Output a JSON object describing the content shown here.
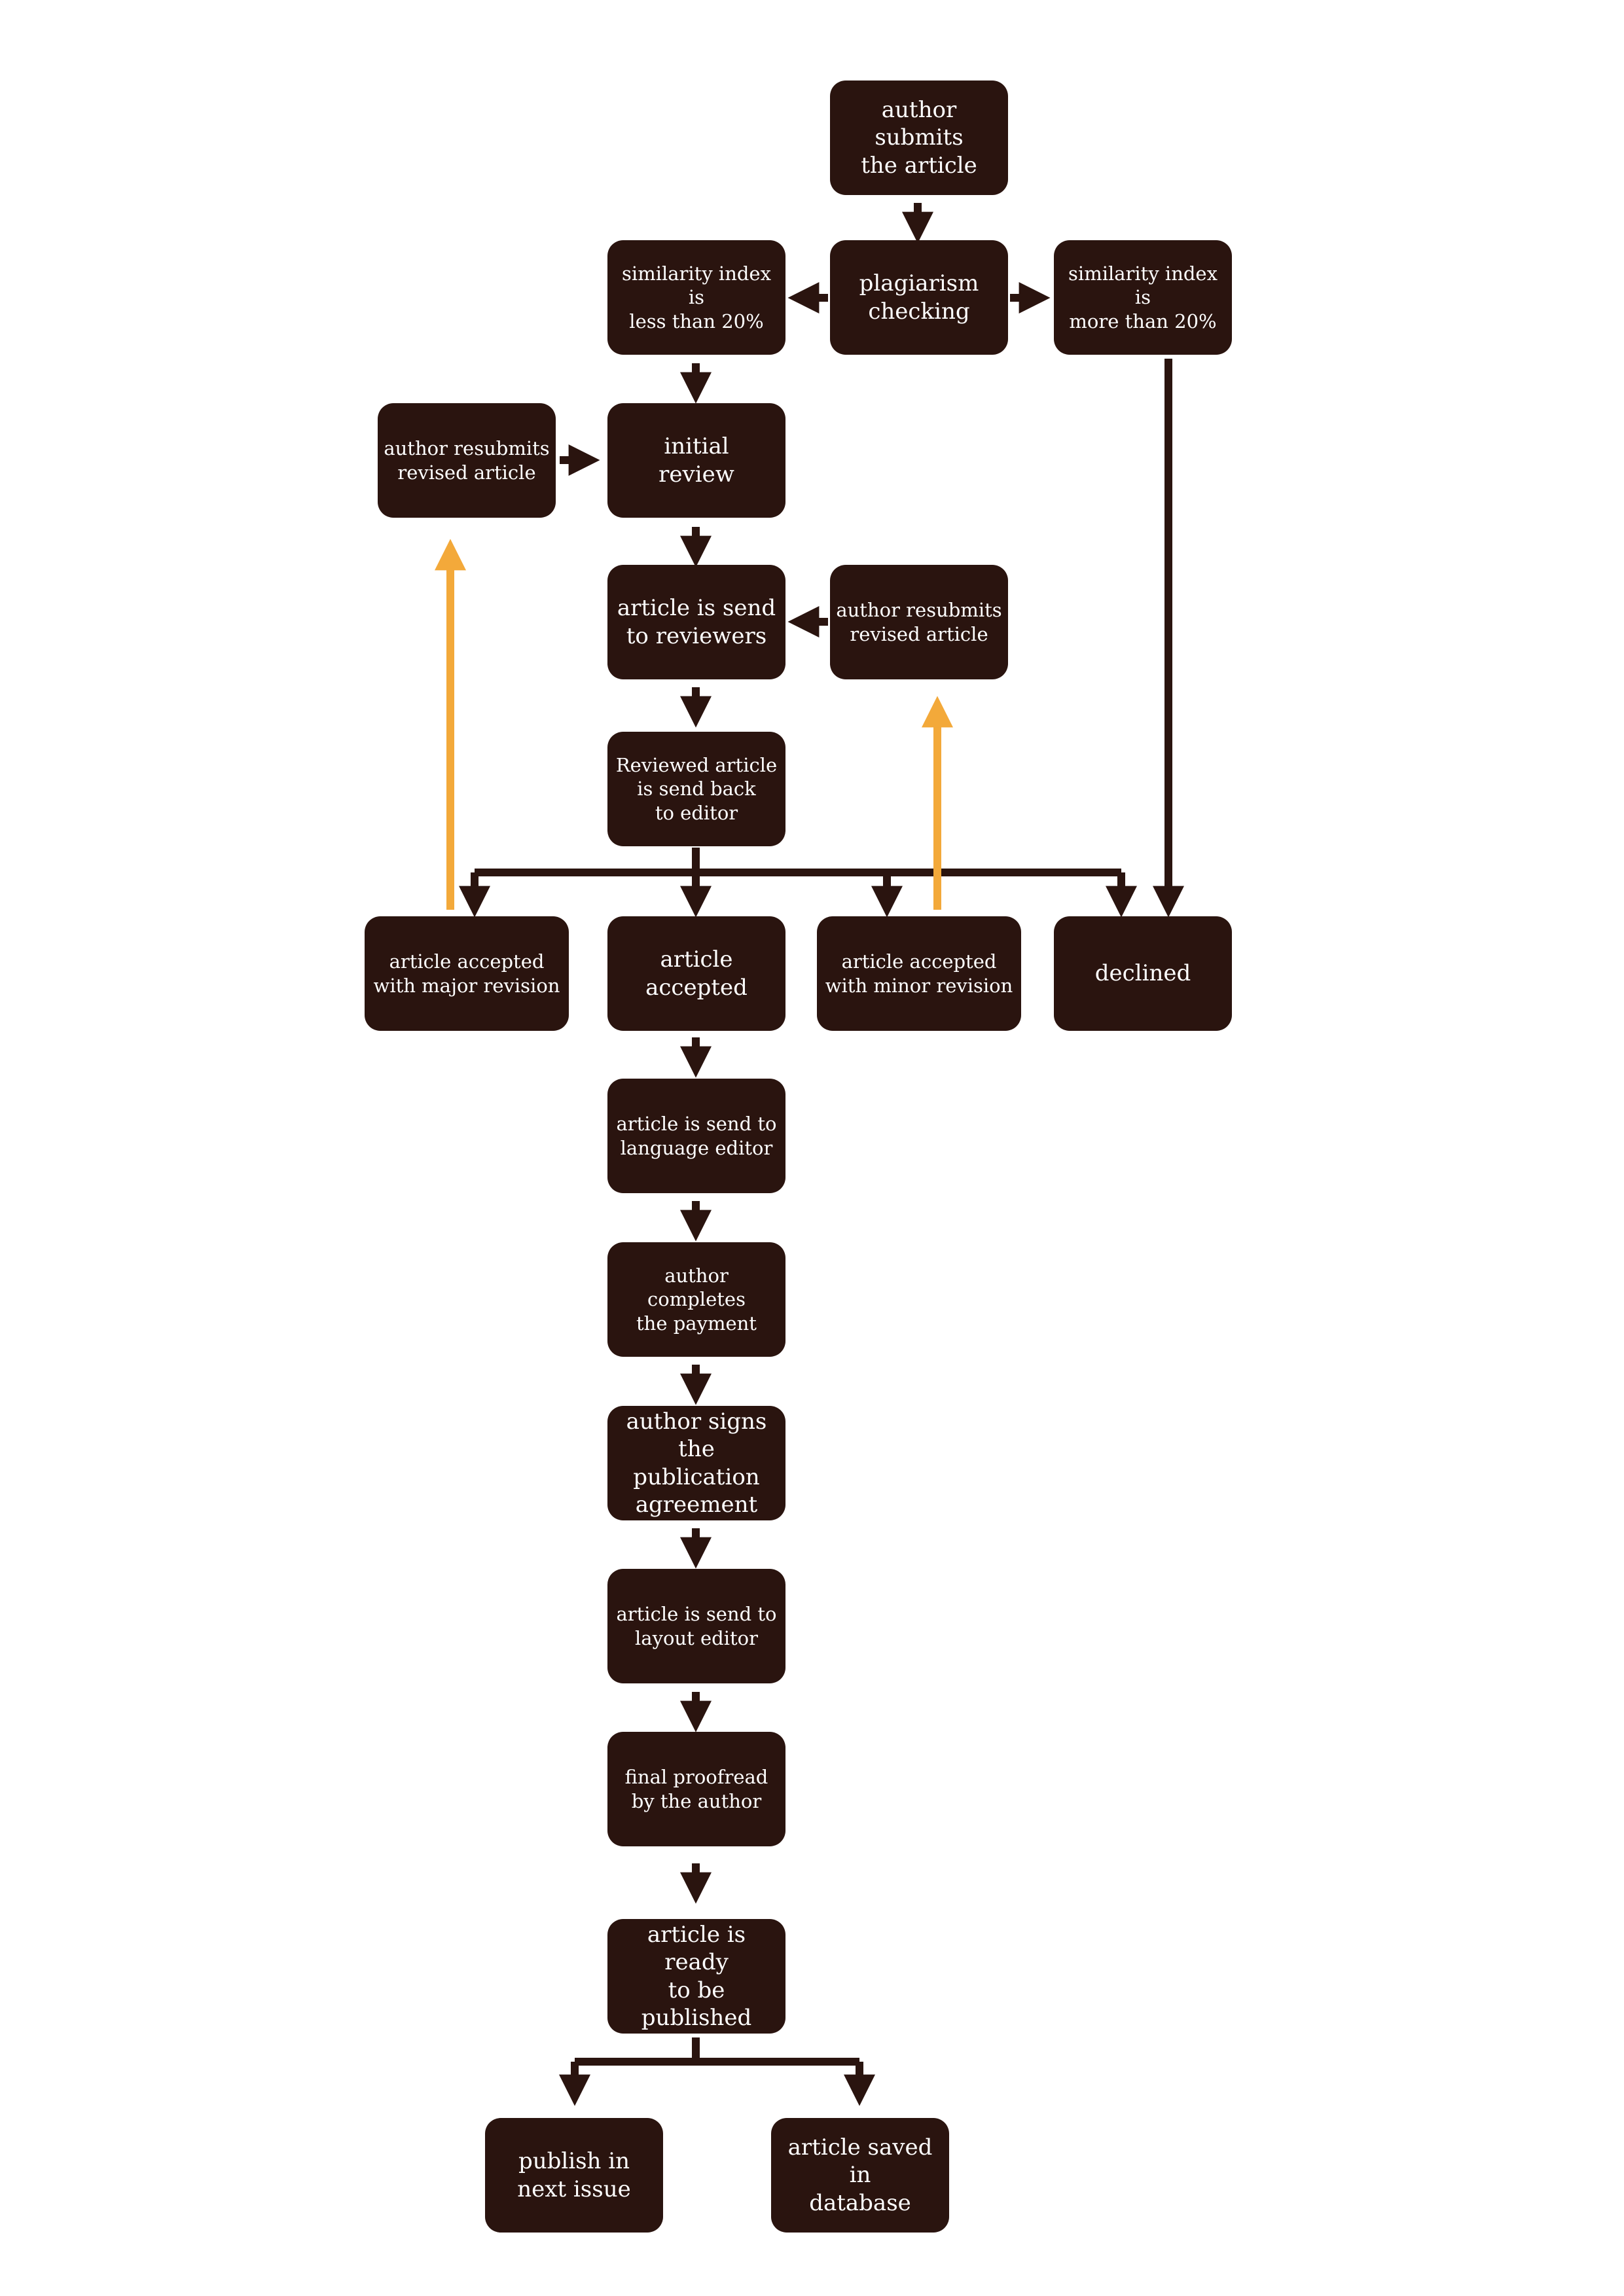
{
  "colors": {
    "node_fill": "#2a140f",
    "node_text": "#ffffff",
    "arrow": "#2a140f",
    "revision_arrow": "#f3a93a",
    "background": "#ffffff"
  },
  "nodes": {
    "author_submits": "author submits\nthe article",
    "plagiarism_checking": "plagiarism\nchecking",
    "similarity_less": "similarity index is\nless than 20%",
    "similarity_more": "similarity index is\nmore than 20%",
    "resubmit_major": "author resubmits\nrevised article",
    "initial_review": "initial\nreview",
    "send_to_reviewers": "article is send\nto reviewers",
    "resubmit_minor": "author resubmits\nrevised article",
    "reviewed_back": "Reviewed article\nis send back\nto editor",
    "accepted_major": "article accepted\nwith major revision",
    "accepted": "article\naccepted",
    "accepted_minor": "article accepted\nwith minor revision",
    "declined": "declined",
    "language_editor": "article is send to\nlanguage editor",
    "payment": "author completes\nthe payment",
    "agreement": "author signs\nthe publication\nagreement",
    "layout_editor": "article is send to\nlayout editor",
    "proofread": "final proofread\nby the author",
    "ready": "article is ready\nto be published",
    "publish_next": "publish in\nnext issue",
    "saved_db": "article saved in\ndatabase"
  }
}
